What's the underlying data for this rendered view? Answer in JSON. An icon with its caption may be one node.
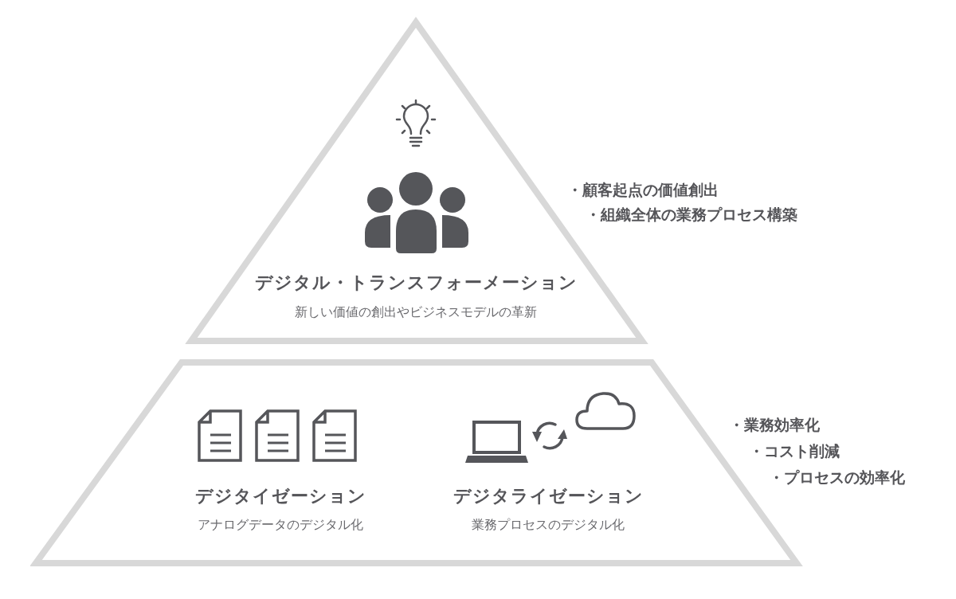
{
  "diagram": {
    "nodes": [
      {
        "text": [
          "デジタル・トランスフォーメーション",
          "新しい価値の創出やビジネスモデルの革新"
        ],
        "beside": [
          "・顧客起点の価値創出",
          "・組織全体の業務プロセス構築"
        ]
      },
      {
        "text": [
          "デジタイゼーション",
          "アナログデータのデジタル化",
          "デジタライゼーション",
          "業務プロセスのデジタル化"
        ],
        "beside": [
          "・業務効率化",
          "・コスト削減",
          "・プロセスの効率化"
        ]
      }
    ]
  }
}
